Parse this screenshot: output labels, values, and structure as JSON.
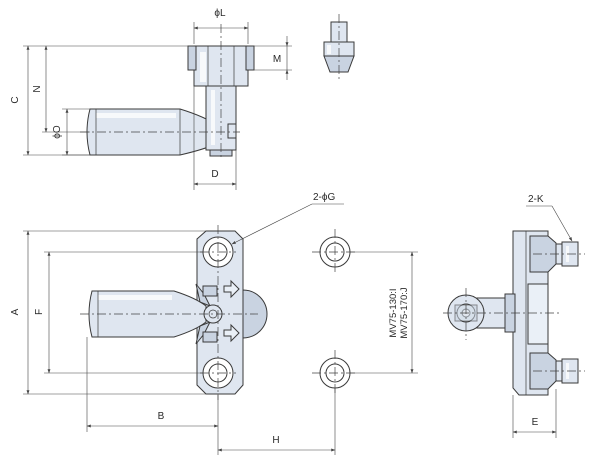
{
  "labels": {
    "phi_l": "ϕL",
    "m": "M",
    "c": "C",
    "n": "N",
    "phi_o": "ϕO",
    "d": "D",
    "two_phi_g": "2-ϕG",
    "two_k": "2-K",
    "a": "A",
    "f": "F",
    "b": "B",
    "h": "H",
    "e": "E",
    "model_i": "MV75-130:I",
    "model_j": "MV75-170:J"
  },
  "colors": {
    "part_fill": "#dfe6f0",
    "outline": "#3a3a3a",
    "background": "#ffffff"
  }
}
